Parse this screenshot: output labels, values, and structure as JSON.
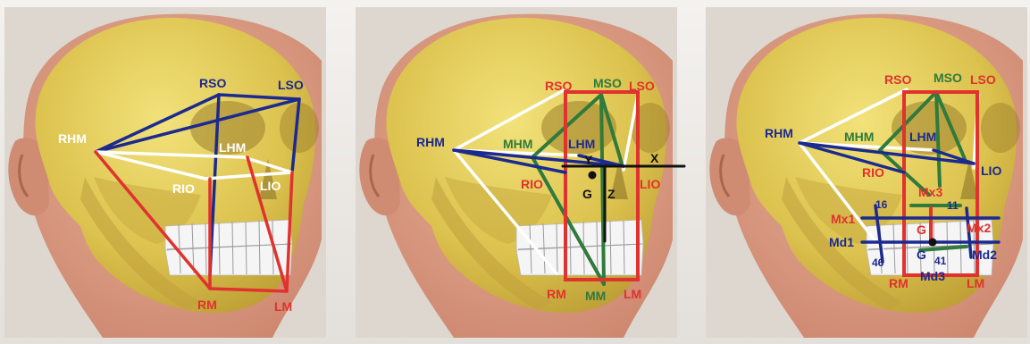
{
  "colors": {
    "background": "#ece9e6",
    "skin": "#d89a82",
    "skull": "#e2cc5a",
    "blue_lines": "#1b2a8f",
    "red_lines": "#e0322e",
    "white_lines": "#ffffff",
    "green_lines": "#2f7a3c",
    "black_lines": "#111111"
  },
  "panel1": {
    "labels": {
      "rso": "RSO",
      "lso": "LSO",
      "rhm": "RHM",
      "lhm": "LHM",
      "rio": "RIO",
      "lio": "LIO",
      "rm": "RM",
      "lm": "LM"
    }
  },
  "panel2": {
    "labels": {
      "rso": "RSO",
      "mso": "MSO",
      "lso": "LSO",
      "rhm": "RHM",
      "mhm": "MHM",
      "lhm": "LHM",
      "rio": "RIO",
      "lio": "LIO",
      "y": "Y",
      "x": "X",
      "g": "G",
      "z": "Z",
      "rm": "RM",
      "mm": "MM",
      "lm": "LM"
    }
  },
  "panel3": {
    "labels": {
      "rso": "RSO",
      "mso": "MSO",
      "lso": "LSO",
      "rhm": "RHM",
      "mhm": "MHM",
      "lhm": "LHM",
      "rio": "RIO",
      "lio": "LIO",
      "t16": "16",
      "t11": "11",
      "mx3": "Mx3",
      "mx1": "Mx1",
      "mx2": "Mx2",
      "g_upper": "G",
      "md1": "Md1",
      "t46": "46",
      "g_lower": "G",
      "t41": "41",
      "md2": "Md2",
      "md3": "Md3",
      "rm": "RM",
      "lm": "LM"
    }
  }
}
